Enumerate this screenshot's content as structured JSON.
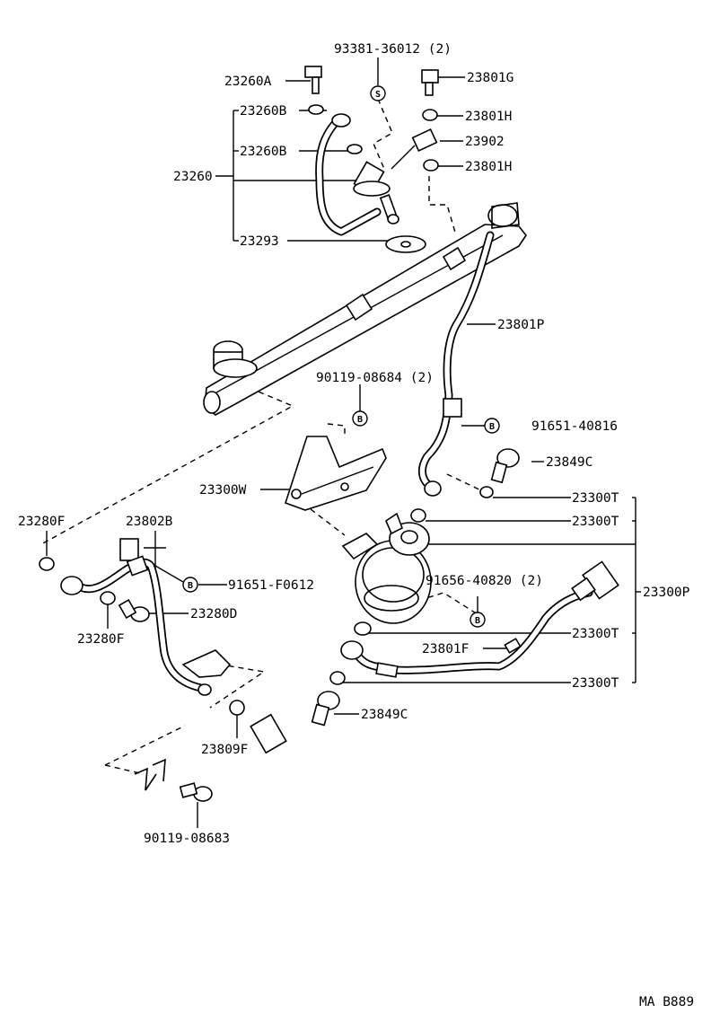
{
  "labels": {
    "p93381": "93381-36012 (2)",
    "p23260A": "23260A",
    "p23801G": "23801G",
    "p23260B_1": "23260B",
    "p23801H_1": "23801H",
    "p23902": "23902",
    "p23260B_2": "23260B",
    "p23801H_2": "23801H",
    "p23260": "23260",
    "p23293": "23293",
    "p23801P": "23801P",
    "p90119_08684": "90119-08684 (2)",
    "p91651_40816": "91651-40816",
    "p23849C_1": "23849C",
    "p23300W": "23300W",
    "p23300T_1": "23300T",
    "p23300T_2": "23300T",
    "p23280F_1": "23280F",
    "p23802B": "23802B",
    "p91651_F0612": "91651-F0612",
    "p91656": "91656-40820 (2)",
    "p23300P": "23300P",
    "p23280D": "23280D",
    "p23280F_2": "23280F",
    "p23300T_3": "23300T",
    "p23801F": "23801F",
    "p23300T_4": "23300T",
    "p23849C_2": "23849C",
    "p23809F": "23809F",
    "p90119_08683": "90119-08683",
    "footer": "MA B889"
  },
  "symbols": {
    "s": "S",
    "b": "B"
  }
}
